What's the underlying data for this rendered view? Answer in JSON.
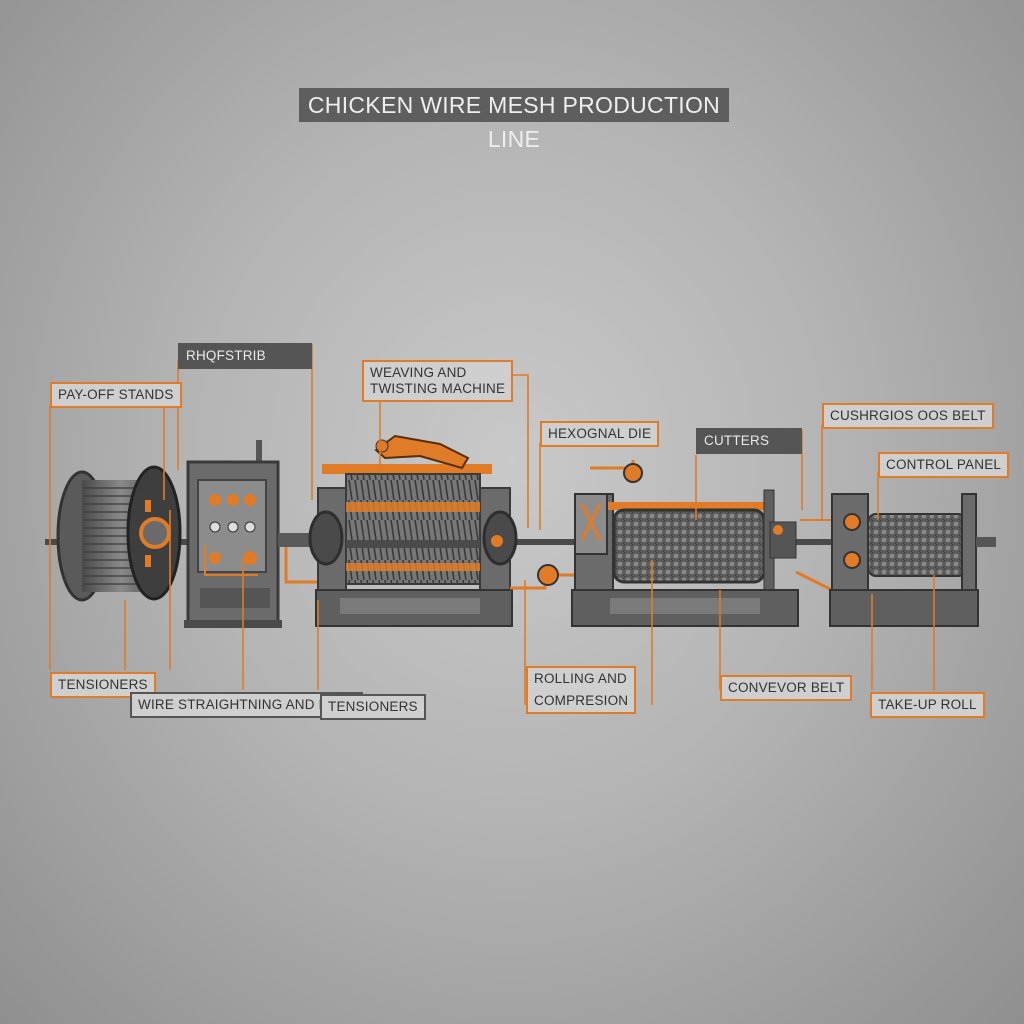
{
  "title": "CHICKEN WIRE MESH PRODUCTION LINE",
  "colors": {
    "accent": "#e07b27",
    "machine": "#6b6b6b",
    "machine_dark": "#4a4a4a",
    "background": "#bdbdbd",
    "label_bg": "#cfcfcf"
  },
  "labels": {
    "pay_off_stands": "PAY-OFF STANDS",
    "garbled_top": "RHQFSTRIB",
    "weaving_line1": "WEAVING AND",
    "weaving_line2": "TWISTING MACHINE",
    "hexagonal_die": "HEXOGNAL DIE",
    "cutters": "CUTTERS",
    "garbled_belt": "CUSHRGIOS OOS BELT",
    "control_panel": "CONTROL PANEL",
    "tensioners_left": "TENSIONERS",
    "wire_straightening": "WIRE STRAIGHTNING AND FEED",
    "tensioners_mid": "TENSIONERS",
    "rolling_line1": "ROLLING AND",
    "rolling_line2": "COMPRESION",
    "conveyor_belt": "CONVEVOR BELT",
    "take_up_roll": "TAKE-UP ROLL"
  },
  "machines": [
    {
      "id": "pay-off-spool",
      "icon": "wire-spool-icon"
    },
    {
      "id": "straightening-unit",
      "icon": "control-box-icon"
    },
    {
      "id": "weaving-machine",
      "icon": "weaving-machine-icon"
    },
    {
      "id": "rolling-compression-drum",
      "icon": "mesh-drum-icon"
    },
    {
      "id": "take-up-roll",
      "icon": "mesh-roll-icon"
    }
  ]
}
